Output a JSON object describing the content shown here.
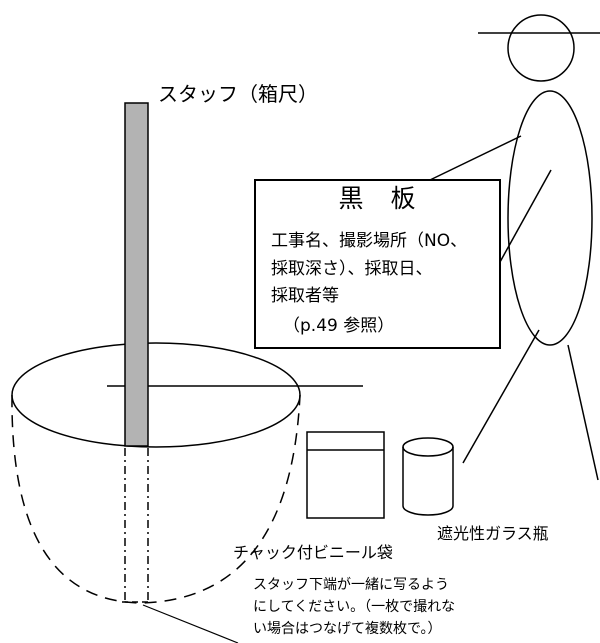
{
  "labels": {
    "staff": "スタッフ（箱尺）",
    "bottle": "遮光性ガラス瓶",
    "bag": "チャック付ビニール袋"
  },
  "blackboard": {
    "title": "黒　板",
    "lines": [
      "工事名、撮影場所（NO、",
      "採取深さ）、採取日、",
      "採取者等"
    ],
    "reference": "（p.49 参照）"
  },
  "note": {
    "lines": [
      "スタッフ下端が一緒に写るよう",
      "にしてください。（一枚で撮れな",
      "い場合はつなげて複数枚で。）"
    ]
  },
  "colors": {
    "staff_fill": "#b3b3b3",
    "stroke": "#000000",
    "background": "#ffffff"
  }
}
